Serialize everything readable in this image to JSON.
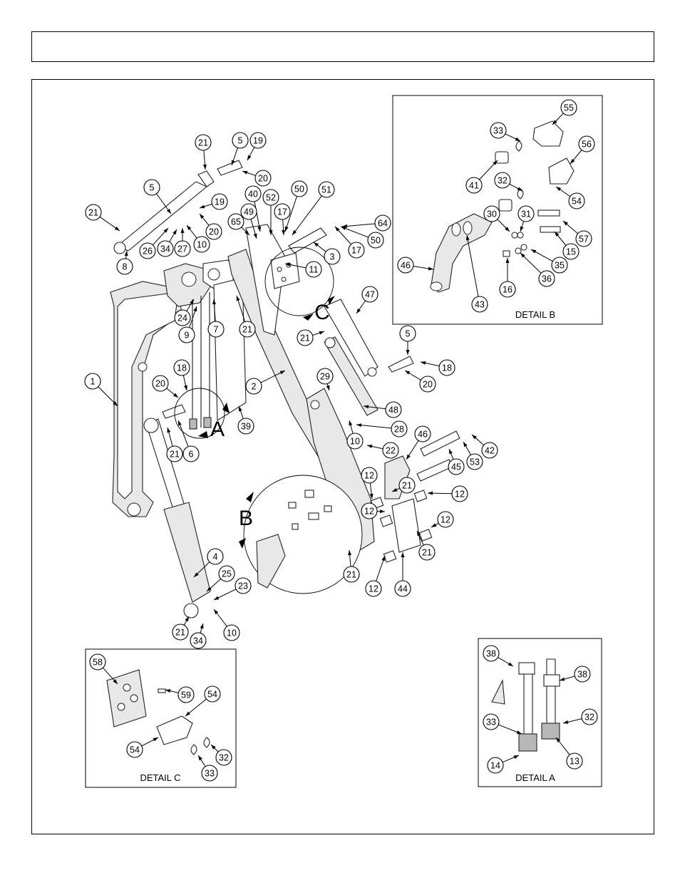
{
  "header": {
    "title": ""
  },
  "details": {
    "b": {
      "label": "DETAIL B"
    },
    "c": {
      "label": "DETAIL C"
    },
    "a": {
      "label": "DETAIL A"
    }
  },
  "view_markers": {
    "a": "A",
    "b": "B",
    "c": "C"
  },
  "callouts": [
    "21",
    "5",
    "19",
    "20",
    "5",
    "19",
    "21",
    "26",
    "34",
    "27",
    "10",
    "20",
    "8",
    "40",
    "52",
    "50",
    "51",
    "17",
    "49",
    "65",
    "64",
    "50",
    "17",
    "3",
    "11",
    "24",
    "9",
    "7",
    "21",
    "47",
    "21",
    "5",
    "18",
    "20",
    "1",
    "2",
    "18",
    "20",
    "39",
    "21",
    "6",
    "29",
    "48",
    "28",
    "10",
    "22",
    "46",
    "42",
    "53",
    "45",
    "12",
    "21",
    "12",
    "12",
    "21",
    "12",
    "44",
    "21",
    "12",
    "4",
    "25",
    "23",
    "10",
    "21",
    "34",
    "55",
    "33",
    "56",
    "41",
    "32",
    "54",
    "30",
    "31",
    "57",
    "15",
    "35",
    "36",
    "16",
    "46",
    "43",
    "58",
    "59",
    "54",
    "54",
    "32",
    "33",
    "38",
    "38",
    "32",
    "33",
    "13",
    "14"
  ]
}
